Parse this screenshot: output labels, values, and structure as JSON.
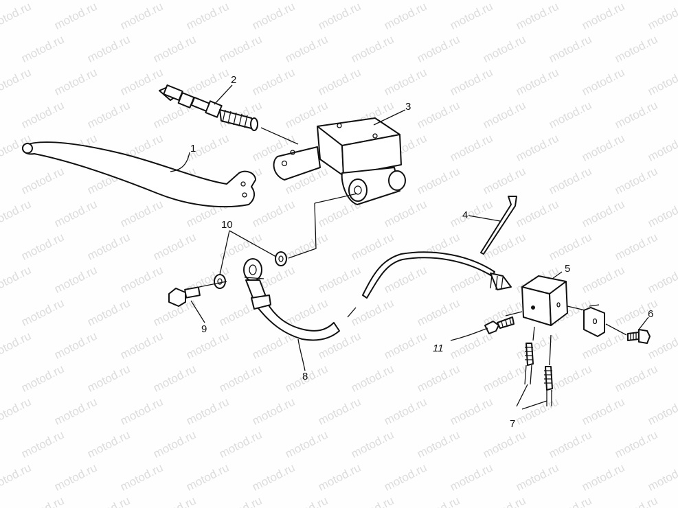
{
  "watermark": "motod.ru",
  "callouts": [
    {
      "id": "lever",
      "text": "1"
    },
    {
      "id": "piston",
      "text": "2"
    },
    {
      "id": "master-cylinder",
      "text": "3"
    },
    {
      "id": "cable-tie",
      "text": "4"
    },
    {
      "id": "junction-block",
      "text": "5"
    },
    {
      "id": "bolt-6",
      "text": "6"
    },
    {
      "id": "brake-lines",
      "text": "7"
    },
    {
      "id": "hose",
      "text": "8"
    },
    {
      "id": "banjo-bolt",
      "text": "9"
    },
    {
      "id": "washers",
      "text": "10"
    },
    {
      "id": "bleeder",
      "text": "11"
    }
  ]
}
